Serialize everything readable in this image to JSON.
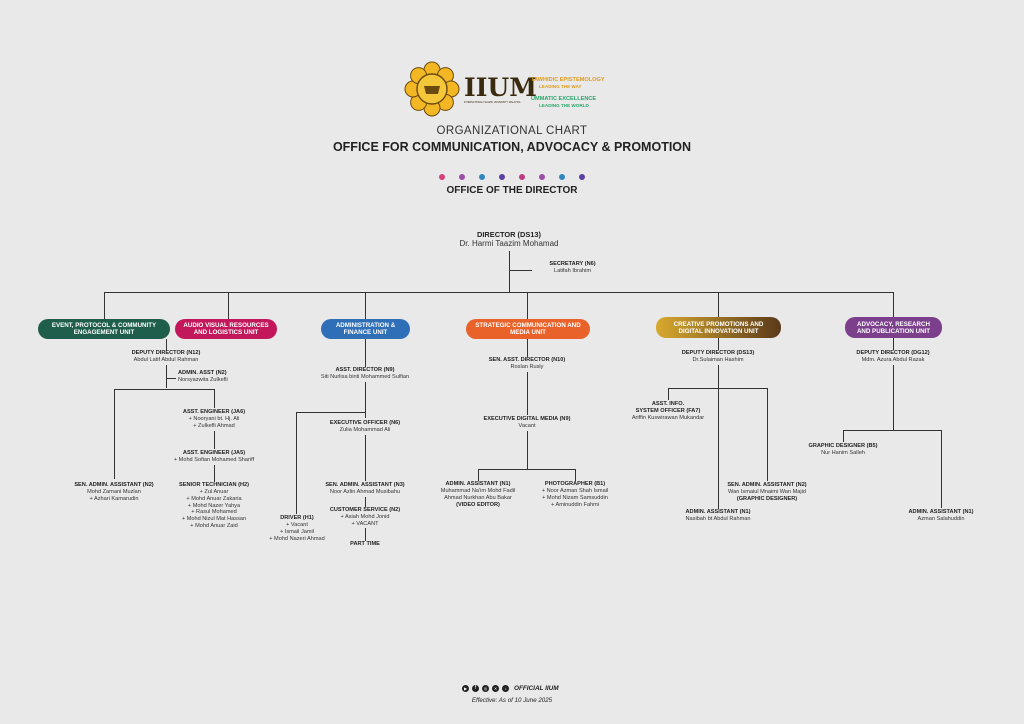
{
  "header": {
    "logo_main": "IIUM",
    "logo_sub": "INTERNATIONAL ISLAMIC UNIVERSITY MALAYSIA",
    "tag1": "TAWHIDIC EPISTEMOLOGY",
    "tag2": "LEADING THE WAY",
    "tag3": "UMMATIC EXCELLENCE",
    "tag4": "LEADING THE WORLD",
    "title1": "ORGANIZATIONAL CHART",
    "title2": "OFFICE FOR COMMUNICATION, ADVOCACY & PROMOTION",
    "section": "OFFICE OF THE DIRECTOR",
    "dot_colors": [
      "#d63d7a",
      "#9b4fa6",
      "#2e86c1",
      "#5b3fa0",
      "#c03b7e",
      "#9b4fa6",
      "#2e86c1",
      "#5b3fa0"
    ]
  },
  "top": {
    "director_title": "DIRECTOR (DS13)",
    "director_name": "Dr. Harmi Taazim Mohamad",
    "secretary_title": "SECRETARY (N6)",
    "secretary_name": "Latifah Ibrahim"
  },
  "units": {
    "event": {
      "label": "EVENT, PROTOCOL & COMMUNITY ENGAGEMENT UNIT",
      "color": "#1f5e4b"
    },
    "av": {
      "label": "AUDIO VISUAL RESOURCES AND LOGISTICS UNIT",
      "color": "#c2185b"
    },
    "admin": {
      "label": "ADMINISTRATION & FINANCE UNIT",
      "color": "#2f6fb8"
    },
    "strategic": {
      "label": "STRATEGIC COMMUNICATION AND MEDIA UNIT",
      "color": "#e8622a"
    },
    "creative": {
      "label": "CREATIVE PROMOTIONS AND DIGITAL INNOVATION UNIT",
      "color": "#b8892a"
    },
    "advocacy": {
      "label": "ADVOCACY, RESEARCH AND PUBLICATION UNIT",
      "color": "#7b3f8c"
    }
  },
  "col1": {
    "deputy_title": "DEPUTY DIRECTOR (N12)",
    "deputy_name": "Abdul Latif Abdul Rahman",
    "admin_title": "ADMIN. ASST (N2)",
    "admin_name": "Norsyazwita Zulkefli",
    "eng1_title": "ASST.  ENGINEER (JA6)",
    "eng1_names": [
      "+ Nooryani bt. Hj. Ali",
      "+ Zulkefli Ahmad"
    ],
    "eng2_title": "ASST. ENGINEER (JA5)",
    "eng2_names": [
      "+ Mohd Sofian Mohamed Shariff"
    ],
    "senadmin_title": "SEN. ADMIN. ASSISTANT (N2)",
    "senadmin_names": [
      "Mohd Zamani Muzlan",
      "+ Azhari Kamarudin"
    ],
    "tech_title": "SENIOR TECHNICIAN (H2)",
    "tech_names": [
      "+ Zul Anuar",
      "+ Mohd Anuar Zakaria",
      "+ Mohd Nazer Yahya",
      "+  Rasul Mohamed",
      "+ Mohd Nizul Mat Hassan",
      "+ Mohd Anuar Zaid"
    ]
  },
  "col2": {
    "asstdir_title": "ASST. DIRECTOR (N9)",
    "asstdir_name": "Siti Nurlisa binti Mohammed Sulfian",
    "exec_title": "EXECUTIVE OFFICER (N6)",
    "exec_name": "Zulia Mohammad Ali",
    "senadmin_title": "SEN. ADMIN. ASSISTANT (N3)",
    "senadmin_name": "Noor Azlin Ahmad Musibahu",
    "cs_title": "CUSTOMER SERVICE (N2)",
    "cs_names": [
      "+ Asiah Mohd Jonid",
      "+ VACANT"
    ],
    "parttime": "PART TIME",
    "driver_title": "DRIVER (H1)",
    "driver_names": [
      "+ Vacant",
      "+ Ismail Jamil",
      "+ Mohd Nazeri Ahmad"
    ]
  },
  "col3": {
    "sen_title": "SEN. ASST. DIRECTOR (N10)",
    "sen_name": "Roslan Rusly",
    "digital_title": "EXECUTIVE DIGITAL MEDIA (N9)",
    "digital_name": "Vacant",
    "admin_title": "ADMIN. ASSISTANT (N1)",
    "admin_names": [
      "Muhammad Na'im Mohd Fadil",
      "Ahmad Nurkhan Abu Bakar"
    ],
    "admin_note": "(VIDEO EDITOR)",
    "photo_title": "PHOTOGRAPHER (B1)",
    "photo_names": [
      "+ Noor Azman Shah Ismail",
      "+ Mohd Nizam Samsuddin",
      "+ Aminuddin Fahmi"
    ]
  },
  "col4": {
    "deputy_title": "DEPUTY DIRECTOR (DS13)",
    "deputy_name": "Dr.Sulaiman Hashim",
    "info_title1": "ASST. INFO.",
    "info_title2": "SYSTEM OFFICER (FA7)",
    "info_name": "Ariffin Kuswirawan Mukandar",
    "senadmin_title": "SEN. ADMIN. ASSISTANT (N2)",
    "senadmin_name": "Wan Ismaiul Mnaimi Wan Majid",
    "senadmin_note": "(GRAPHIC DESIGNER)",
    "admin_title": "ADMIN. ASSISTANT (N1)",
    "admin_name": "Nasibah bt Abdul Rahman"
  },
  "col5": {
    "deputy_title": "DEPUTY DIRECTOR (DG12)",
    "deputy_name": "Mdm. Azura Abdul Razak",
    "gd_title": "GRAPHIC DESIGNER (B5)",
    "gd_name": "Nur Hanim Salleh",
    "admin_title": "ADMIN. ASSISTANT (N1)",
    "admin_name": "Azman Salahuddin"
  },
  "footer": {
    "official": "OFFICIAL IIUM",
    "effective": "Effective: As of  10 June 2025",
    "social_icons": [
      "youtube-icon",
      "facebook-icon",
      "instagram-icon",
      "x-icon",
      "tiktok-icon"
    ]
  }
}
